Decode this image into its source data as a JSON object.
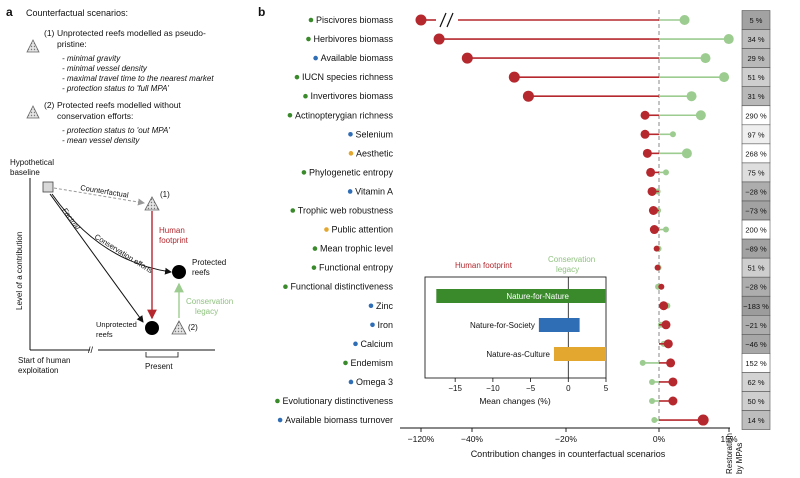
{
  "panel_a": {
    "letter": "a",
    "heading": "Counterfactual scenarios:",
    "scenario1": {
      "marker": "(1)",
      "lines": [
        "Unprotected reefs modelled as pseudo-",
        "pristine:"
      ],
      "bullets": [
        "- minimal gravity",
        "- minimal vessel density",
        "- maximal travel time to the nearest market",
        "- protection status to 'full MPA'"
      ]
    },
    "scenario2": {
      "marker": "(2)",
      "lines": [
        "Protected reefs modelled without",
        "conservation efforts:"
      ],
      "bullets": [
        "- protection status to 'out MPA'",
        "- mean vessel density"
      ]
    },
    "diagram": {
      "hypothetical_baseline": [
        "Hypothetical",
        "baseline"
      ],
      "counterfactual": "Counterfactual",
      "factual": "Factual",
      "conservation_efforts": "Conservation efforts",
      "marker1": "(1)",
      "marker2": "(2)",
      "human_footprint": [
        "Human",
        "footprint"
      ],
      "protected_reefs": [
        "Protected",
        "reefs"
      ],
      "conservation_legacy": [
        "Conservation",
        "legacy"
      ],
      "unprotected_reefs": [
        "Unprotected",
        "reefs"
      ],
      "ylabel": "Level of a contribution",
      "start": [
        "Start of human",
        "exploitation"
      ],
      "present": "Present",
      "colors": {
        "footprint": "#b5282e",
        "legacy": "#9ccc8f"
      }
    }
  },
  "panel_b": {
    "letter": "b",
    "restoration_label": [
      "Restoration",
      "by MPAs"
    ],
    "inset": {
      "human_footprint_label": "Human footprint",
      "conservation_legacy_label": [
        "Conservation",
        "legacy"
      ],
      "categories": [
        "Nature-for-Nature",
        "Nature-for-Society",
        "Nature-as-Culture"
      ]
    }
  },
  "chart_data": [
    {
      "type": "dumbbell",
      "xlabel": "Contribution changes in counterfactual scenarios",
      "xticks": [
        "−120%",
        "−40%",
        "−20%",
        "0%",
        "15%"
      ],
      "axis_break": "between −120% and −40%",
      "reference_line": 0,
      "series": [
        {
          "name": "Human footprint",
          "color": "#b5282e"
        },
        {
          "name": "Conservation legacy",
          "color": "#9ccc8f"
        }
      ],
      "category_colors": {
        "Nature-for-Nature": "#3a8a2c",
        "Nature-for-Society": "#2f6db5",
        "Nature-as-Culture": "#e3a72f"
      },
      "rows": [
        {
          "label": "Piscivores biomass",
          "group": "Nature-for-Nature",
          "footprint": -120,
          "legacy": 5.5,
          "restoration": "5 %",
          "shade": 0.85
        },
        {
          "label": "Herbivores biomass",
          "group": "Nature-for-Nature",
          "footprint": -47,
          "legacy": 15,
          "restoration": "34 %",
          "shade": 0.6
        },
        {
          "label": "Available biomass",
          "group": "Nature-for-Society",
          "footprint": -41,
          "legacy": 10,
          "restoration": "29 %",
          "shade": 0.65
        },
        {
          "label": "IUCN species richness",
          "group": "Nature-for-Nature",
          "footprint": -31,
          "legacy": 14,
          "restoration": "51 %",
          "shade": 0.45
        },
        {
          "label": "Invertivores biomass",
          "group": "Nature-for-Nature",
          "footprint": -28,
          "legacy": 7,
          "restoration": "31 %",
          "shade": 0.65
        },
        {
          "label": "Actinopterygian richness",
          "group": "Nature-for-Nature",
          "footprint": -3,
          "legacy": 9,
          "restoration": "290 %",
          "shade": 0.0
        },
        {
          "label": "Selenium",
          "group": "Nature-for-Society",
          "footprint": -3,
          "legacy": 3,
          "restoration": "97 %",
          "shade": 0.15
        },
        {
          "label": "Aesthetic",
          "group": "Nature-as-Culture",
          "footprint": -2.5,
          "legacy": 6,
          "restoration": "268 %",
          "shade": 0.0
        },
        {
          "label": "Phylogenetic entropy",
          "group": "Nature-for-Nature",
          "footprint": -1.8,
          "legacy": 1.5,
          "restoration": "75 %",
          "shade": 0.3
        },
        {
          "label": "Vitamin A",
          "group": "Nature-for-Society",
          "footprint": -1.5,
          "legacy": -0.3,
          "restoration": "−28 %",
          "shade": 0.75
        },
        {
          "label": "Trophic web robustness",
          "group": "Nature-for-Nature",
          "footprint": -1.2,
          "legacy": -0.2,
          "restoration": "−73 %",
          "shade": 0.85
        },
        {
          "label": "Public attention",
          "group": "Nature-as-Culture",
          "footprint": -1,
          "legacy": 1.5,
          "restoration": "200 %",
          "shade": 0.0
        },
        {
          "label": "Mean trophic level",
          "group": "Nature-for-Nature",
          "footprint": -0.5,
          "legacy": -0.1,
          "restoration": "−89 %",
          "shade": 0.85
        },
        {
          "label": "Functional entropy",
          "group": "Nature-for-Nature",
          "footprint": -0.3,
          "legacy": -0.1,
          "restoration": "51 %",
          "shade": 0.45
        },
        {
          "label": "Functional distinctiveness",
          "group": "Nature-for-Nature",
          "footprint": 0.5,
          "legacy": -0.2,
          "restoration": "−28 %",
          "shade": 0.75
        },
        {
          "label": "Zinc",
          "group": "Nature-for-Society",
          "footprint": 1,
          "legacy": 1.8,
          "restoration": "−183 %",
          "shade": 0.9
        },
        {
          "label": "Iron",
          "group": "Nature-for-Society",
          "footprint": 1.5,
          "legacy": 0.4,
          "restoration": "−21 %",
          "shade": 0.75
        },
        {
          "label": "Calcium",
          "group": "Nature-for-Society",
          "footprint": 2,
          "legacy": 1,
          "restoration": "−46 %",
          "shade": 0.8
        },
        {
          "label": "Endemism",
          "group": "Nature-for-Nature",
          "footprint": 2.5,
          "legacy": -3.5,
          "restoration": "152 %",
          "shade": 0.0
        },
        {
          "label": "Omega 3",
          "group": "Nature-for-Society",
          "footprint": 3,
          "legacy": -1.5,
          "restoration": "62 %",
          "shade": 0.4
        },
        {
          "label": "Evolutionary distinctiveness",
          "group": "Nature-for-Nature",
          "footprint": 3,
          "legacy": -1.5,
          "restoration": "50 %",
          "shade": 0.45
        },
        {
          "label": "Available biomass turnover",
          "group": "Nature-for-Society",
          "footprint": 9.5,
          "legacy": -1,
          "restoration": "14 %",
          "shade": 0.6
        }
      ]
    },
    {
      "type": "bar",
      "xlabel": "Mean changes (%)",
      "xticks": [
        -15,
        -10,
        -5,
        0,
        5
      ],
      "xlim": [
        -19,
        5
      ],
      "categories": [
        "Nature-for-Nature",
        "Nature-for-Society",
        "Nature-as-Culture"
      ],
      "low": [
        -17.5,
        -3.9,
        -1.9
      ],
      "high": [
        4.9,
        1.5,
        5.0
      ],
      "colors": [
        "#3a8a2c",
        "#2f6db5",
        "#e3a72f"
      ]
    }
  ]
}
